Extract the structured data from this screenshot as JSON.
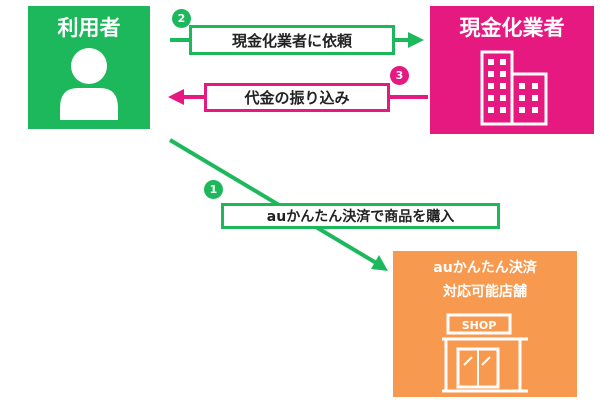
{
  "user": {
    "title": "利用者",
    "icon": "person-icon"
  },
  "cash_vendor": {
    "title": "現金化業者",
    "icon": "building-icon"
  },
  "shop": {
    "title_line1": "auかんたん決済",
    "title_line2": "対応可能店舗",
    "sign": "SHOP",
    "icon": "shop-icon"
  },
  "steps": {
    "request": {
      "number": "2",
      "label": "現金化業者に依頼"
    },
    "payment": {
      "number": "3",
      "label": "代金の振り込み"
    },
    "purchase": {
      "number": "1",
      "label": "auかんたん決済で商品を購入"
    }
  },
  "colors": {
    "green": "#1db85b",
    "pink": "#e5197f",
    "orange": "#f79a4f"
  }
}
